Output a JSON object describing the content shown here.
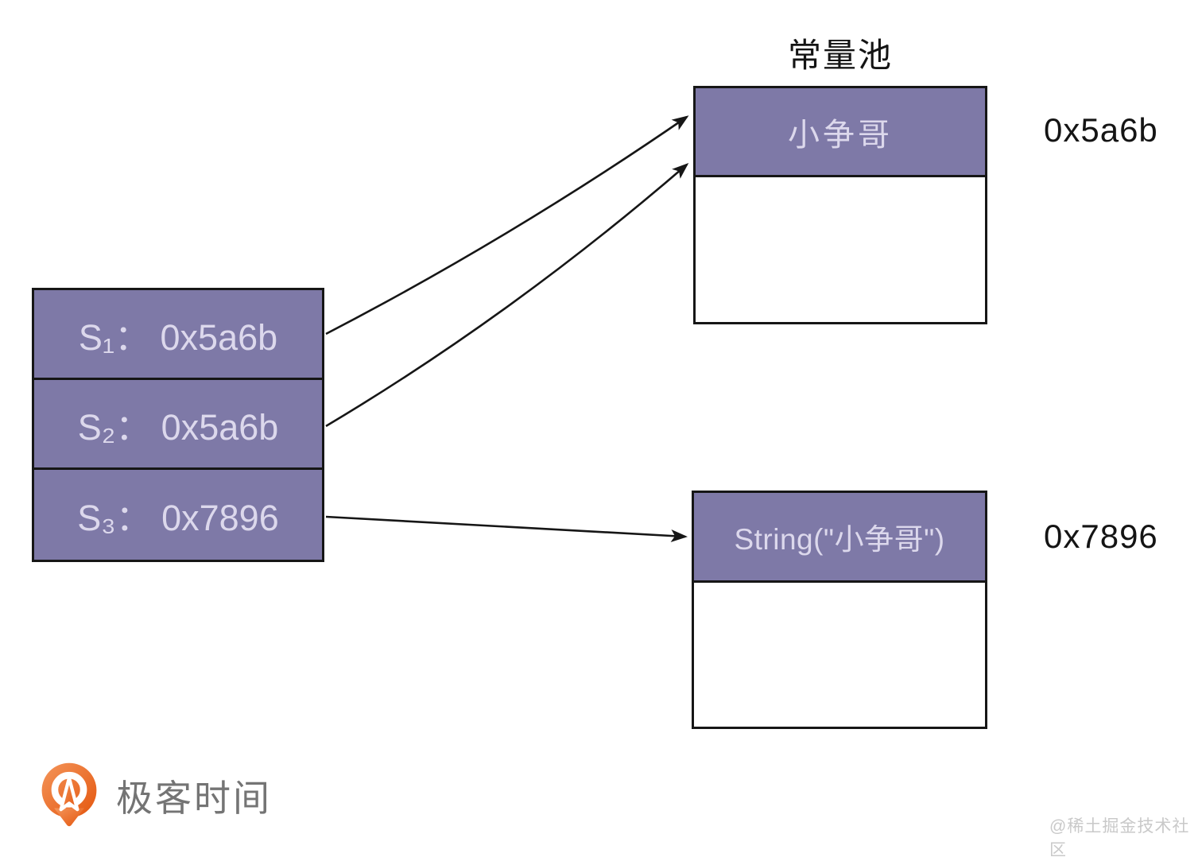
{
  "diagram": {
    "pool_title": "常量池",
    "stack_rows": [
      {
        "text": "S₁： 0x5a6b"
      },
      {
        "text": "S₂： 0x5a6b"
      },
      {
        "text": "S₃： 0x7896"
      }
    ],
    "pool_box": {
      "header": "小争哥",
      "address": "0x5a6b"
    },
    "object_box": {
      "header": "String(\"小争哥\")",
      "address": "0x7896"
    }
  },
  "colors": {
    "box_fill_purple": "#7E79A7",
    "box_text_lavender": "#DCD8EC",
    "box_border": "#161616",
    "arrow": "#161616",
    "label_text": "#141414",
    "logo_orange": "#E8631A",
    "logo_text_gray": "#747474",
    "watermark_gray": "#C9C9C9"
  },
  "branding": {
    "logo_text": "极客时间",
    "watermark": "@稀土掘金技术社区"
  }
}
